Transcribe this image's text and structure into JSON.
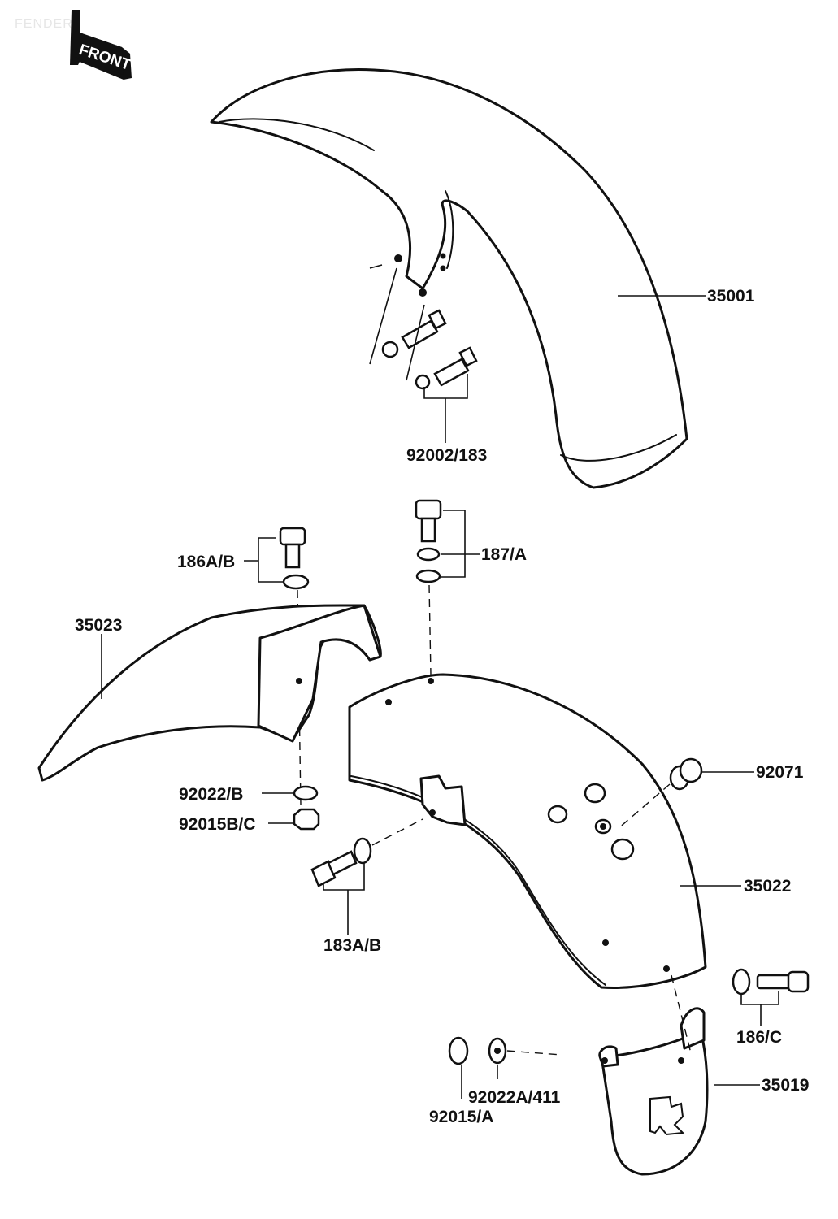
{
  "diagram": {
    "watermark": "FENDER",
    "front_badge": "FRONT",
    "labels": {
      "p35001": "35001",
      "p92002_183": "92002/183",
      "p186AB": "186A/B",
      "p187A": "187/A",
      "p35023": "35023",
      "p92022B": "92022/B",
      "p92015BC": "92015B/C",
      "p183AB": "183A/B",
      "p92071": "92071",
      "p35022": "35022",
      "p186C": "186/C",
      "p35019": "35019",
      "p92022A_411": "92022A/411",
      "p92015A": "92015/A"
    }
  }
}
